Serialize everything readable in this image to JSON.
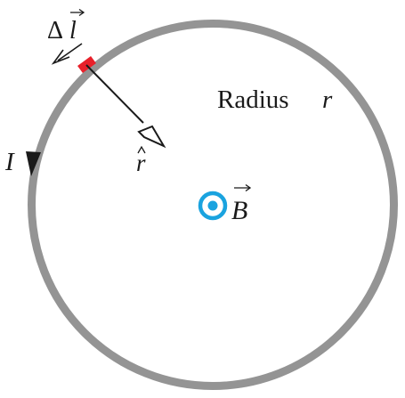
{
  "labels": {
    "radius_word": "Radius",
    "radius_var": "r",
    "current": "I",
    "delta_symbol": "Δ",
    "length_var": "l",
    "unit_vector": "r",
    "field": "B"
  },
  "colors": {
    "loop": "#949494",
    "segment": "#e8202a",
    "field_symbol": "#1aa3df",
    "arrows": "#1a1a1a"
  }
}
